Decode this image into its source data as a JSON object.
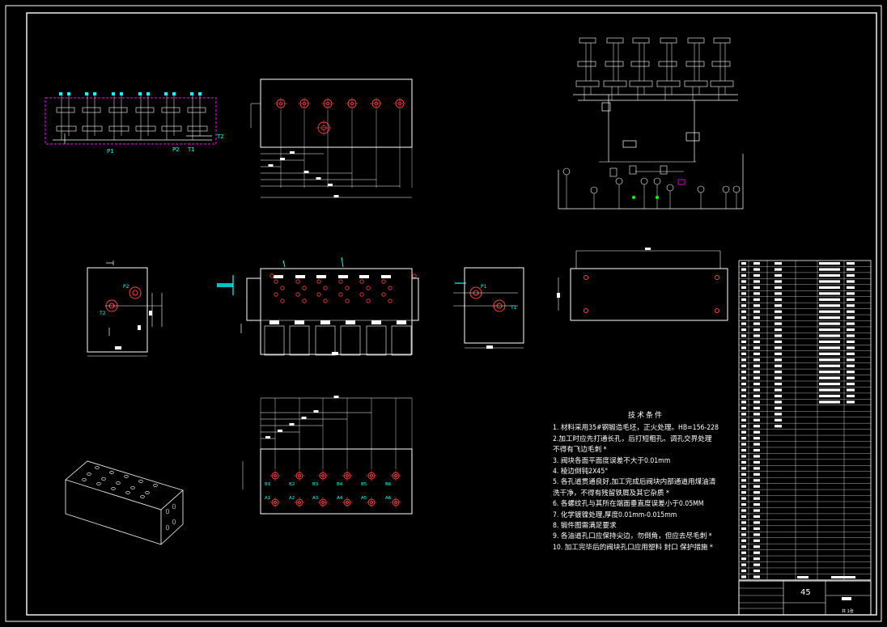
{
  "drawing": {
    "port_labels": {
      "schematic_p1": "P1",
      "schematic_p2": "P2",
      "schematic_t1": "T1",
      "schematic_t2": "T2",
      "left_p2": "P2",
      "left_t2": "T2",
      "right_p1": "P1",
      "right_t1": "T1"
    },
    "b_ports": [
      "B1",
      "B2",
      "B3",
      "B4",
      "B5",
      "B6"
    ],
    "a_ports": [
      "A1",
      "A2",
      "A3",
      "A4",
      "A5",
      "A6"
    ],
    "technical_requirements": {
      "title": "技术条件",
      "lines": [
        "1. 材料采用35#钢锻造毛坯，正火处理。HB=156-228",
        "2.加工时应先打通长孔，后打短粗孔。调孔交界处理",
        "不得有飞边毛刺 *",
        "3. 阀块各面平面度误差不大于0.01mm",
        "4. 棱边倒钝2X45°",
        "5. 各孔道贯通良好,加工完成后阀块内部通道用煤油清",
        "洗干净，不得有残留铁屑及其它杂质 *",
        "6. 各螺纹孔与其所在端面垂直度误差小于0.05MM",
        "7. 化学镀镍处理,厚度0.01mm-0.015mm",
        "8. 锻件图需满足要求",
        "9. 各油道孔口应保持尖边，勿倒角，但应去尽毛刺 *",
        "10. 加工完毕后的阀块孔口应用塑料 封口 保护措施 *"
      ]
    },
    "title_block": {
      "material": "45",
      "sheet": "共 1张"
    }
  }
}
